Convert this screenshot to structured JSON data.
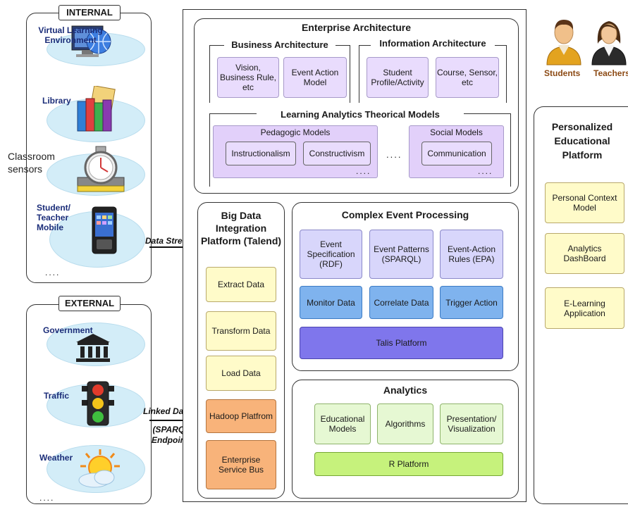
{
  "internal": {
    "title": "INTERNAL",
    "sources": [
      "Virtual Learning Environment",
      "Library",
      "Student/ Teacher Mobile"
    ],
    "classroom_label": "Classroom sensors",
    "more": "...."
  },
  "external": {
    "title": "EXTERNAL",
    "sources": [
      "Government",
      "Traffic",
      "Weather"
    ],
    "more": "...."
  },
  "arrows": {
    "data_stream": "Data Stream",
    "linked_data": "Linked Data",
    "sparql": "(SPARQL Endpoint)"
  },
  "enterprise": {
    "title": "Enterprise Architecture",
    "business": {
      "title": "Business Architecture",
      "items": [
        "Vision, Business Rule, etc",
        "Event Action Model"
      ]
    },
    "information": {
      "title": "Information Architecture",
      "items": [
        "Student Profile/Activity",
        "Course, Sensor, etc"
      ]
    },
    "la_models": {
      "title": "Learning Analytics Theorical Models",
      "pedagogic": {
        "title": "Pedagogic Models",
        "items": [
          "Instructionalism",
          "Constructivism"
        ]
      },
      "social": {
        "title": "Social Models",
        "items": [
          "Communication"
        ]
      },
      "dots": "...."
    }
  },
  "bigdata": {
    "title": "Big Data Integration Platform (Talend)",
    "items": [
      "Extract Data",
      "Transform Data",
      "Load Data",
      "Hadoop Platfrom",
      "Enterprise Service Bus"
    ]
  },
  "cep": {
    "title": "Complex Event Processing",
    "row1": [
      "Event Specification (RDF)",
      "Event Patterns (SPARQL)",
      "Event-Action Rules (EPA)"
    ],
    "row2": [
      "Monitor Data",
      "Correlate Data",
      "Trigger Action"
    ],
    "platform": "Talis Platform"
  },
  "analytics": {
    "title": "Analytics",
    "items": [
      "Educational Models",
      "Algorithms",
      "Presentation/ Visualization"
    ],
    "platform": "R Platform"
  },
  "users": {
    "students": "Students",
    "teachers": "Teachers"
  },
  "pep": {
    "title": "Personalized Educational Platform",
    "items": [
      "Personal Context Model",
      "Analytics DashBoard",
      "E-Learning Application"
    ]
  }
}
